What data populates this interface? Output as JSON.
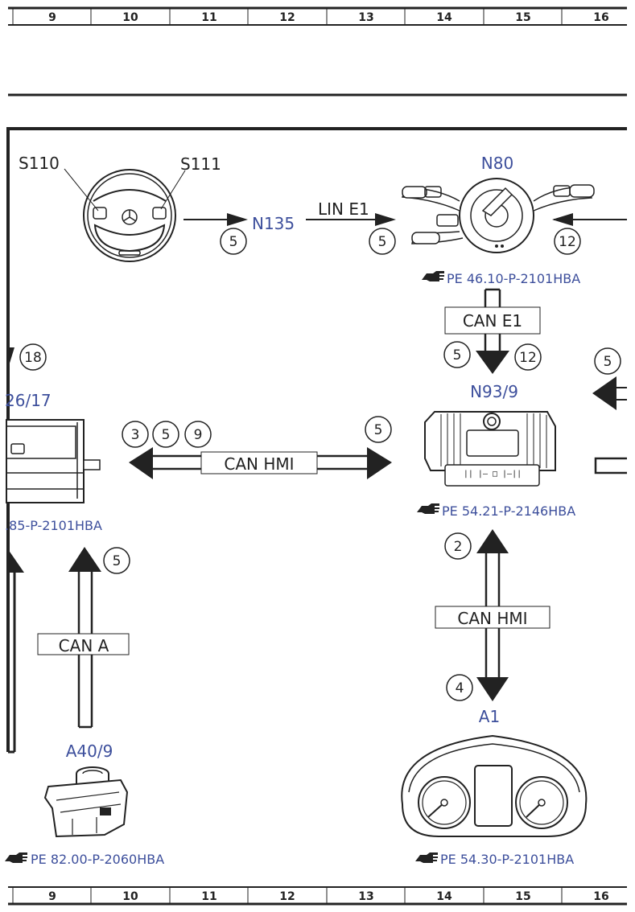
{
  "ruler": {
    "columns": [
      "9",
      "10",
      "11",
      "12",
      "13",
      "14",
      "15",
      "16"
    ]
  },
  "components": {
    "steering_wheel": {
      "switch_left": "S110",
      "switch_right": "S111"
    },
    "n135": {
      "label": "N135"
    },
    "n80": {
      "label": "N80",
      "ref": "PE 46.10-P-2101HBA"
    },
    "n93": {
      "label": "N93/9",
      "ref": "PE 54.21-P-2146HBA"
    },
    "a1": {
      "label": "A1",
      "ref": "PE 54.30-P-2101HBA"
    },
    "a40": {
      "label": "A40/9",
      "ref": "PE 82.00-P-2060HBA"
    },
    "left_unit": {
      "label": "26/17",
      "ref": ".85-P-2101HBA"
    }
  },
  "buses": {
    "lin_e1": "LIN E1",
    "can_e1": "CAN E1",
    "can_hmi_horizontal": "CAN HMI",
    "can_hmi_vertical": "CAN HMI",
    "can_a": "CAN A"
  },
  "markers": {
    "sw_to_n135": "5",
    "n135_to_n80": "5",
    "right_to_n80": "12",
    "left_18": "18",
    "n80_down_a": "5",
    "n80_down_b": "12",
    "right_edge": "5",
    "hmi_left_a": "3",
    "hmi_left_b": "5",
    "hmi_left_c": "9",
    "hmi_right": "5",
    "n93_up": "2",
    "a1_down": "4",
    "can_a_up": "5"
  },
  "colors": {
    "accent": "#3d4f9c",
    "line": "#222222"
  },
  "icons": [
    "pointing-hand-icon"
  ]
}
